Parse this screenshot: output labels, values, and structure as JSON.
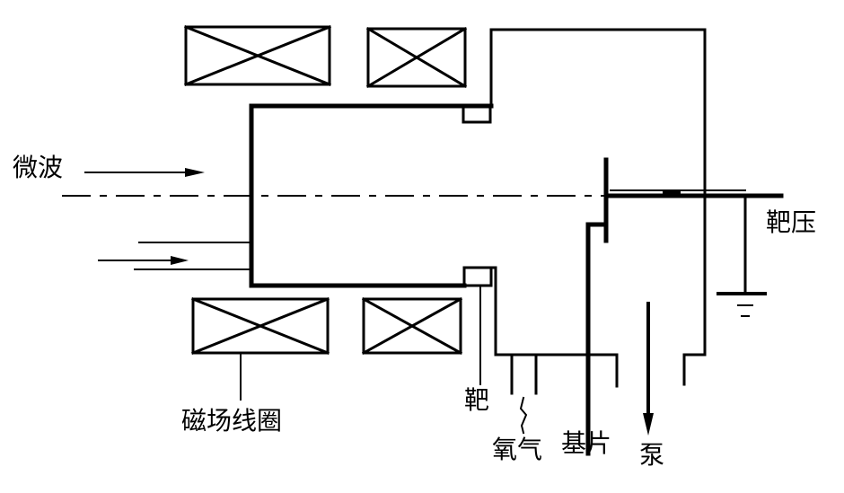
{
  "labels": {
    "microwave": "微波",
    "target_voltage": "靶压",
    "target": "靶",
    "magnetic_coil": "磁场线圈",
    "oxygen": "氧气",
    "substrate": "基片",
    "pump": "泵"
  },
  "colors": {
    "ink": "#000000",
    "background": "#ffffff"
  }
}
